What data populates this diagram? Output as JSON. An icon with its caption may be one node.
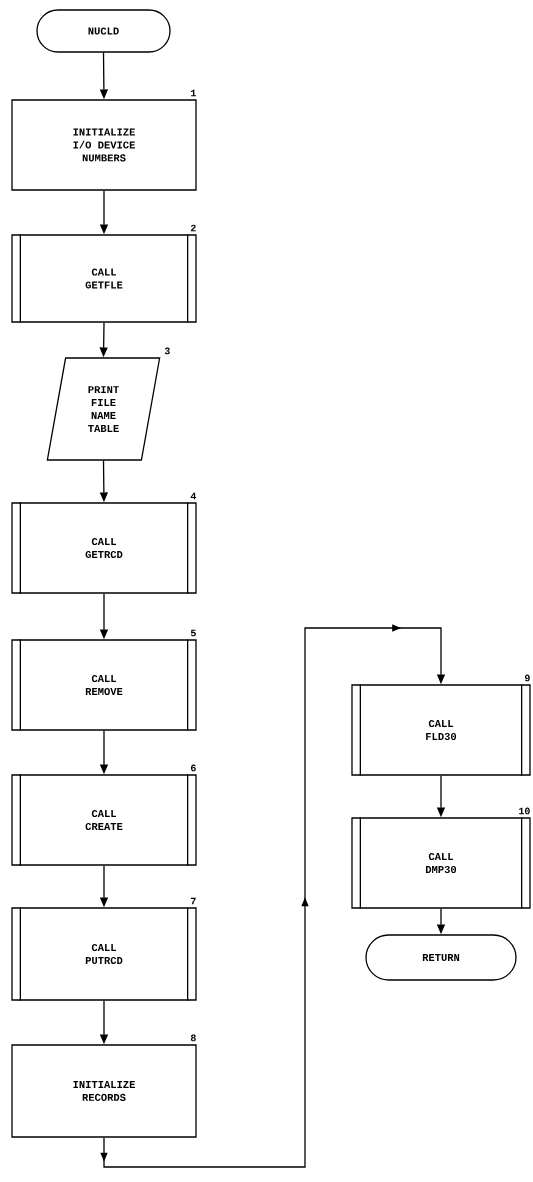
{
  "diagram": {
    "nodes": [
      {
        "text": [
          "NUCLD"
        ]
      },
      {
        "text": [
          "INITIALIZE I/O DEVICE NUMBERS"
        ],
        "beside": [
          "1"
        ]
      },
      {
        "text": [
          "CALL GETFLE"
        ],
        "beside": [
          "2"
        ]
      },
      {
        "text": [
          "PRINT FILE NAME TABLE"
        ],
        "beside": [
          "3"
        ]
      },
      {
        "text": [
          "CALL GETRCD"
        ],
        "beside": [
          "4"
        ]
      },
      {
        "text": [
          "CALL REMOVE"
        ],
        "beside": [
          "5"
        ]
      },
      {
        "text": [
          "CALL CREATE"
        ],
        "beside": [
          "6"
        ]
      },
      {
        "text": [
          "CALL PUTRCD"
        ],
        "beside": [
          "7"
        ]
      },
      {
        "text": [
          "INITIALIZE RECORDS"
        ],
        "beside": [
          "8"
        ]
      },
      {
        "text": [
          "CALL FLD30"
        ],
        "beside": [
          "9"
        ]
      },
      {
        "text": [
          "CALL DMP30"
        ],
        "beside": [
          "10"
        ]
      },
      {
        "text": [
          "RETURN"
        ]
      }
    ],
    "edges": [
      {
        "from": 0,
        "to": 1,
        "arrow": "to"
      },
      {
        "from": 1,
        "to": 2,
        "arrow": "to"
      },
      {
        "from": 2,
        "to": 3,
        "arrow": "to"
      },
      {
        "from": 3,
        "to": 4,
        "arrow": "to"
      },
      {
        "from": 4,
        "to": 5,
        "arrow": "to"
      },
      {
        "from": 5,
        "to": 6,
        "arrow": "to"
      },
      {
        "from": 6,
        "to": 7,
        "arrow": "to"
      },
      {
        "from": 7,
        "to": 8,
        "arrow": "to"
      },
      {
        "from": 8,
        "to": 9,
        "arrow": "to"
      },
      {
        "from": 9,
        "to": 10,
        "arrow": "to"
      },
      {
        "from": 10,
        "to": 11,
        "arrow": "to"
      }
    ]
  }
}
